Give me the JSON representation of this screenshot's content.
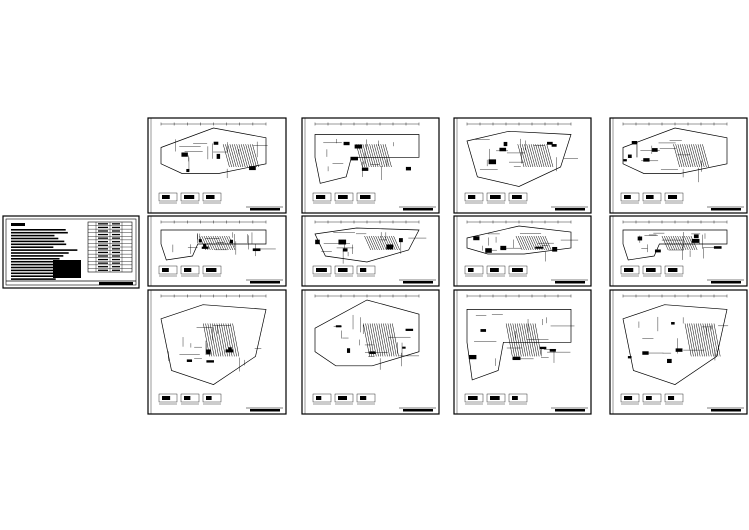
{
  "drawing_set": {
    "colors": {
      "ink": "#000000",
      "paper": "#ffffff"
    },
    "cover_sheet": {
      "kind": "cover-and-notes"
    },
    "sheets": [
      {
        "id": "A1",
        "kind": "plan"
      },
      {
        "id": "A2",
        "kind": "plan"
      },
      {
        "id": "A3",
        "kind": "plan"
      },
      {
        "id": "A4",
        "kind": "plan"
      },
      {
        "id": "B1",
        "kind": "plan"
      },
      {
        "id": "B2",
        "kind": "plan"
      },
      {
        "id": "B3",
        "kind": "plan"
      },
      {
        "id": "B4",
        "kind": "plan"
      },
      {
        "id": "C1",
        "kind": "plan"
      },
      {
        "id": "C2",
        "kind": "plan"
      },
      {
        "id": "C3",
        "kind": "plan"
      },
      {
        "id": "C4",
        "kind": "plan"
      }
    ]
  }
}
